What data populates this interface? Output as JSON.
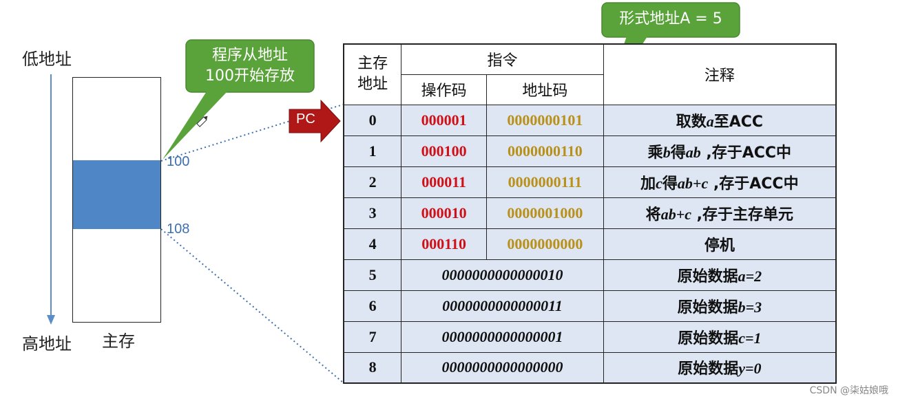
{
  "memory": {
    "low_label": "低地址",
    "high_label": "高地址",
    "caption": "主存",
    "start_addr": "100",
    "end_addr": "108"
  },
  "callouts": {
    "program": [
      "程序从地址",
      "100开始存放"
    ],
    "formal_addr": "形式地址A = 5"
  },
  "pc_label": "PC",
  "table": {
    "headers": {
      "addr": "主存地址",
      "addr_line1": "主存",
      "addr_line2": "地址",
      "instr": "指令",
      "opcode": "操作码",
      "address_code": "地址码",
      "note": "注释"
    },
    "instr_rows": [
      {
        "addr": "0",
        "op": "000001",
        "ad": "0000000101",
        "note_pre": "取数",
        "note_var": "a",
        "note_post": "至ACC"
      },
      {
        "addr": "1",
        "op": "000100",
        "ad": "0000000110",
        "note_pre": "乘",
        "note_var": "b",
        "note_mid": "得",
        "note_var2": "ab",
        "note_post": " ,存于ACC中"
      },
      {
        "addr": "2",
        "op": "000011",
        "ad": "0000000111",
        "note_pre": "加",
        "note_var": "c",
        "note_mid": "得",
        "note_var2": "ab+c",
        "note_post": " ,存于ACC中"
      },
      {
        "addr": "3",
        "op": "000010",
        "ad": "0000001000",
        "note_pre": "将",
        "note_var": "ab+c",
        "note_post": " ,存于主存单元"
      },
      {
        "addr": "4",
        "op": "000110",
        "ad": "0000000000",
        "note_pre": "停机"
      }
    ],
    "data_rows": [
      {
        "addr": "5",
        "value": "0000000000000010",
        "note_pre": "原始数据",
        "note_var": "a=2"
      },
      {
        "addr": "6",
        "value": "0000000000000011",
        "note_pre": "原始数据",
        "note_var": "b=3"
      },
      {
        "addr": "7",
        "value": "0000000000000001",
        "note_pre": "原始数据",
        "note_var": "c=1"
      },
      {
        "addr": "8",
        "value": "0000000000000000",
        "note_pre": "原始数据",
        "note_var": "y=0"
      }
    ]
  },
  "watermark": "CSDN @柒姑娘哦",
  "colors": {
    "block": "#4f86c6",
    "callout": "#5aa33a",
    "pc": "#b01818",
    "opcode": "#d01018",
    "address": "#b8901a",
    "row_bg": "#dde6f2"
  }
}
